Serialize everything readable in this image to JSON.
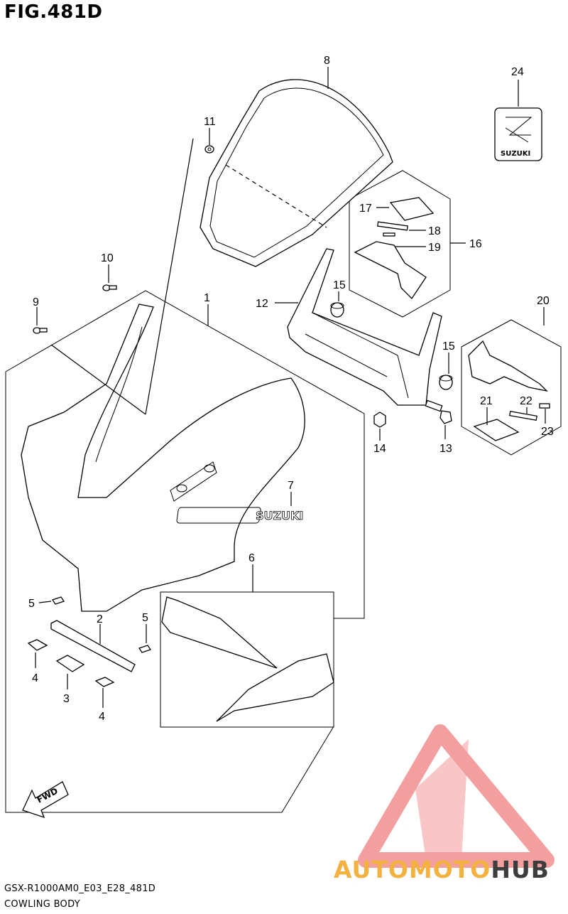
{
  "figure": {
    "title": "FIG.481D"
  },
  "footer": {
    "code": "GSX-R1000AM0_E03_E28_481D",
    "name": "COWLING BODY"
  },
  "callouts": [
    "1",
    "2",
    "3",
    "4",
    "4",
    "5",
    "5",
    "6",
    "7",
    "8",
    "9",
    "10",
    "11",
    "12",
    "13",
    "14",
    "15",
    "15",
    "16",
    "17",
    "18",
    "19",
    "20",
    "21",
    "22",
    "23",
    "24"
  ],
  "decals": {
    "side": "SUZUKI",
    "emblem": "SUZUKI"
  },
  "fwd_arrow": "FWD",
  "watermark": {
    "part1": "AUTO",
    "part2": "MOTO",
    "part3": "HUB",
    "colors": {
      "triangle": "#f08080",
      "text_a": "#f3b13f",
      "text_b": "#3d3d3d"
    }
  }
}
